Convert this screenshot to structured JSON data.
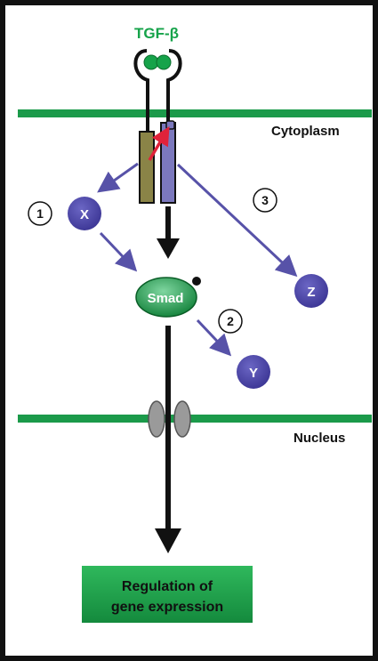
{
  "ligand": {
    "label": "TGF-β"
  },
  "compartments": {
    "cytoplasm": "Cytoplasm",
    "nucleus": "Nucleus"
  },
  "mediators": {
    "x": "X",
    "y": "Y",
    "z": "Z",
    "smad": "Smad"
  },
  "pathway_numbers": {
    "one": "1",
    "two": "2",
    "three": "3"
  },
  "output": {
    "line1": "Regulation of",
    "line2": "gene expression"
  },
  "colors": {
    "membrane": "#1b9a4a",
    "ligand": "#16a34a",
    "receptor_type2": "#8a8447",
    "receptor_type1": "#7b78bd",
    "mediator": "#4a43a3",
    "arrow_blue": "#5752a8",
    "smad": "#0f7f37",
    "output_box": "#1c9a48",
    "pore": "#9a9a9a",
    "phospho_arrow": "#e0223a"
  }
}
